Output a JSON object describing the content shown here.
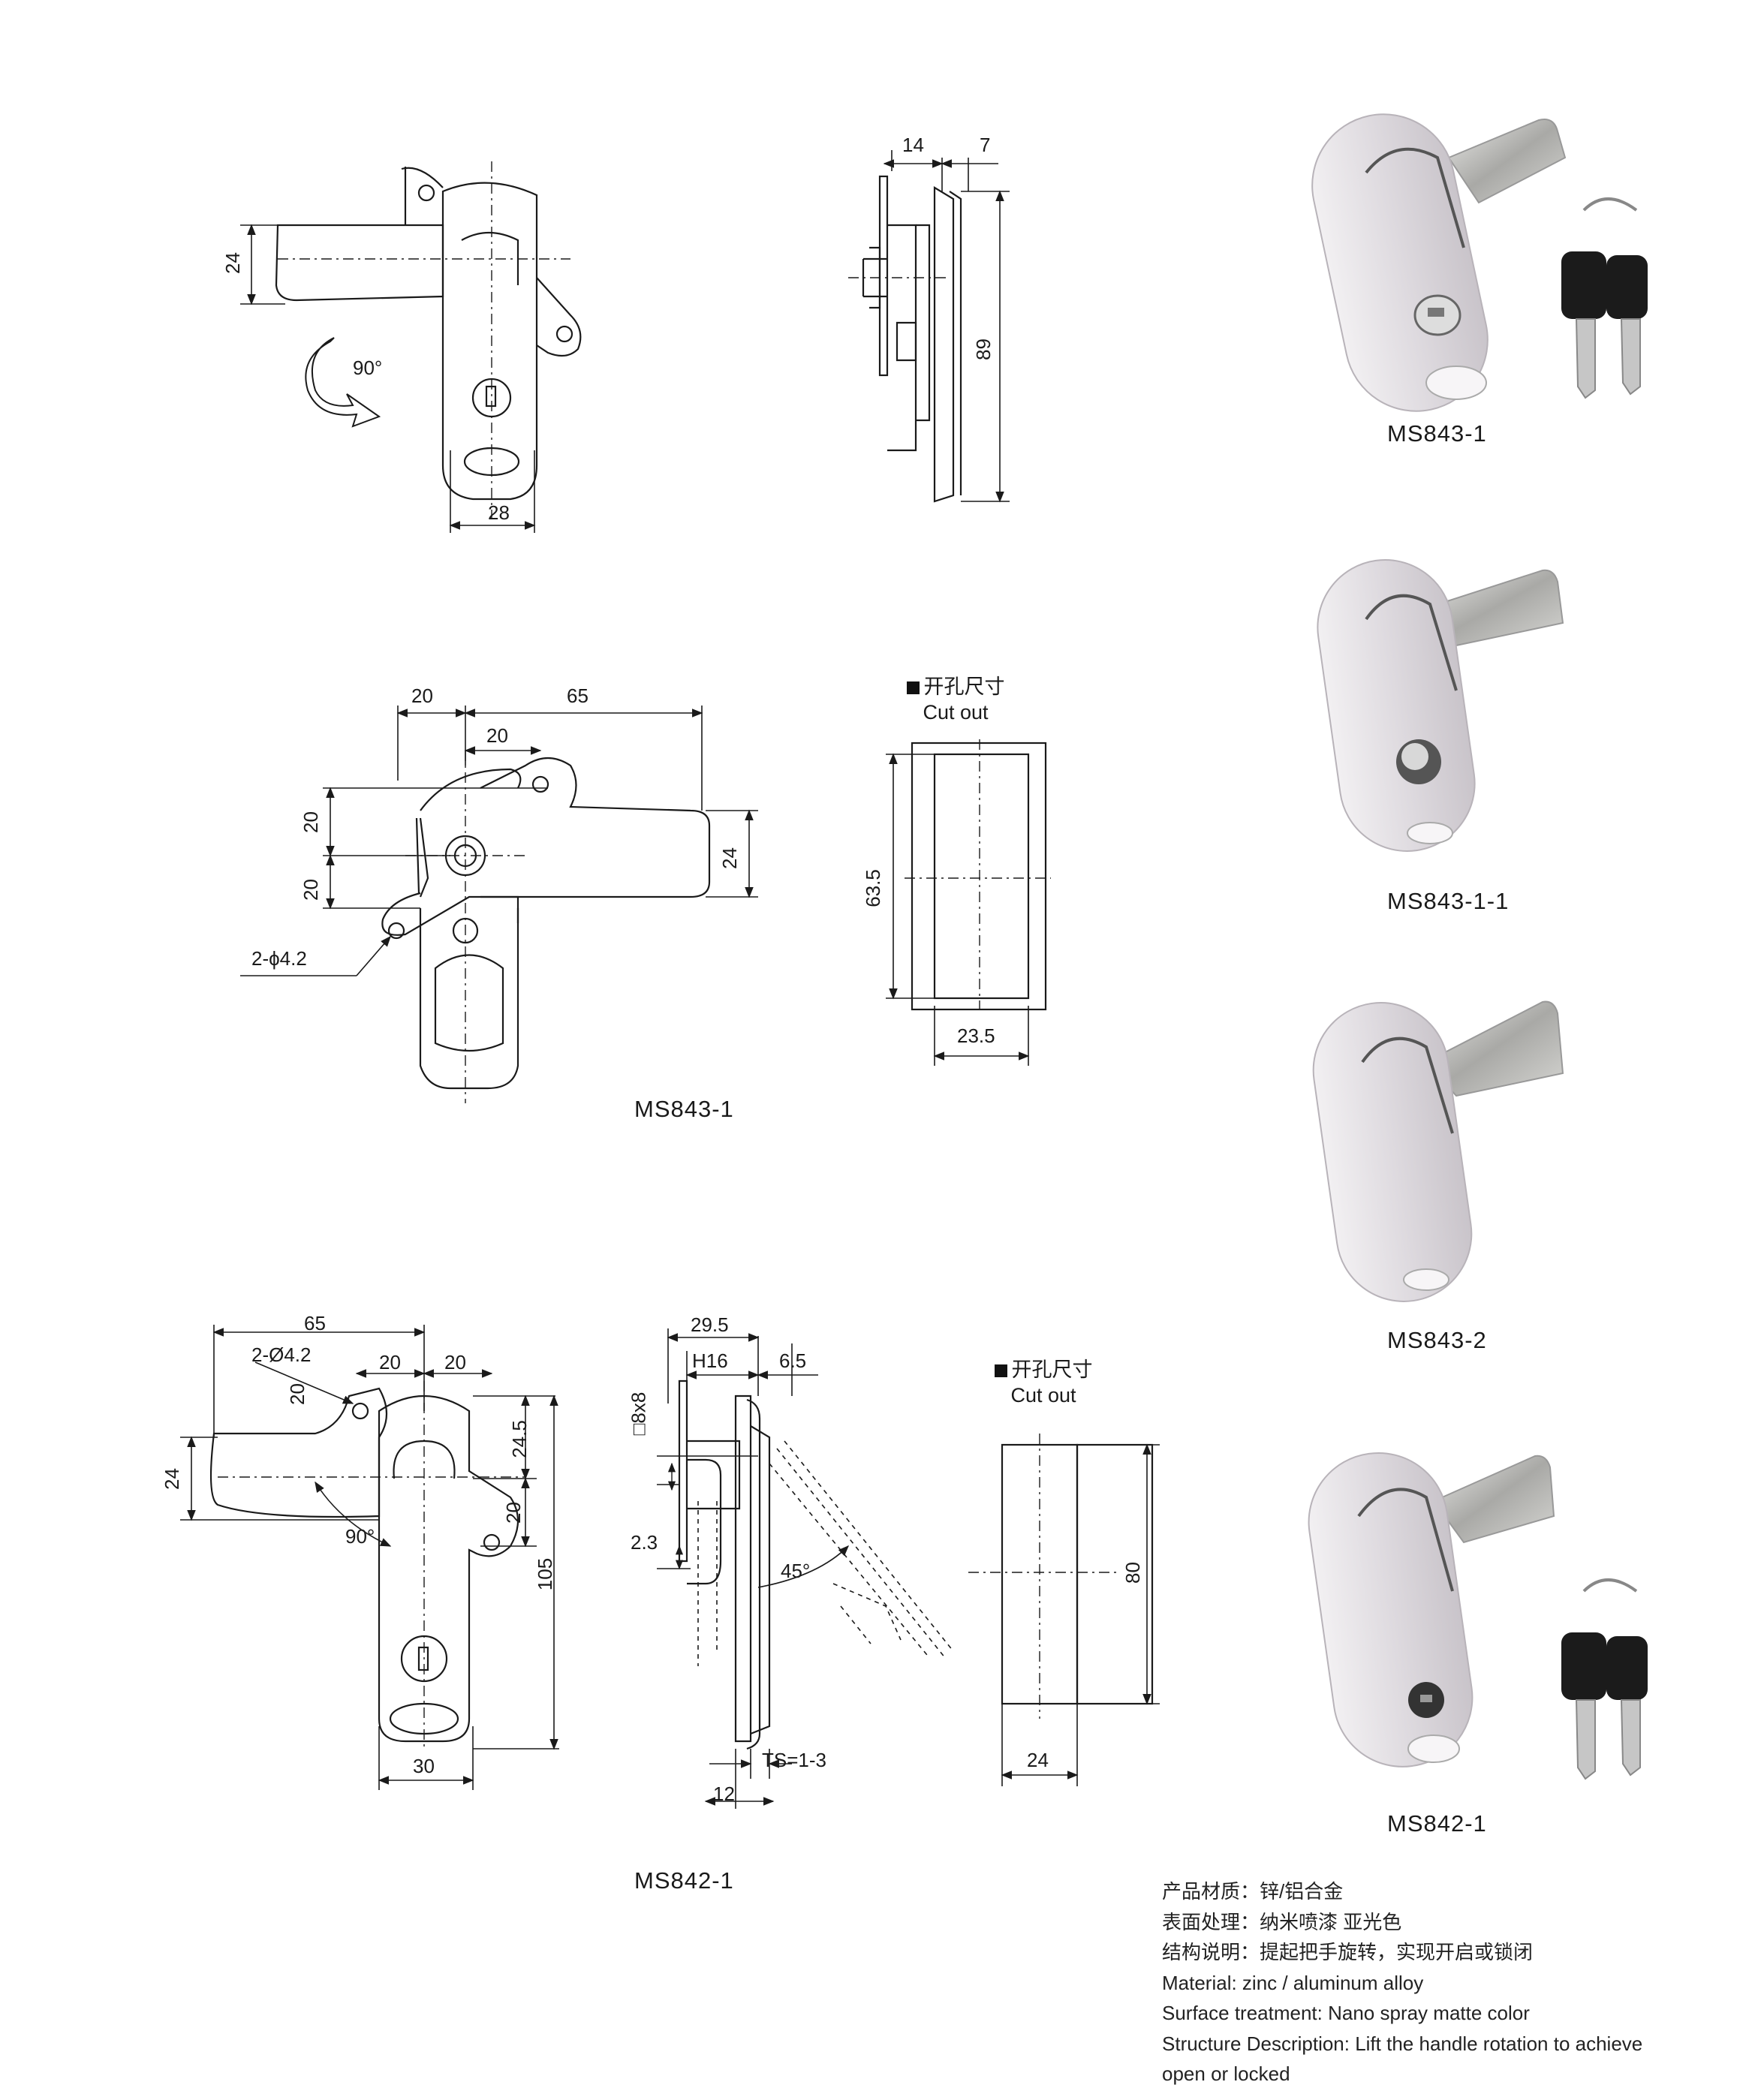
{
  "drawings": {
    "top_front": {
      "dims": [
        "24",
        "90°",
        "28"
      ]
    },
    "top_side": {
      "dims": [
        "14",
        "7",
        "89"
      ]
    },
    "mid_back": {
      "dims": [
        "20",
        "65",
        "20",
        "20",
        "20",
        "24",
        "2-ϕ4.2"
      ],
      "model": "MS843-1"
    },
    "mid_cutout": {
      "title_cn": "开孔尺寸",
      "title_en": "Cut out",
      "dims": [
        "63.5",
        "23.5"
      ]
    },
    "bottom_front": {
      "dims": [
        "65",
        "2-Ø4.2",
        "20",
        "20",
        "20",
        "24",
        "24.5",
        "20",
        "90°",
        "105",
        "30"
      ]
    },
    "bottom_side": {
      "dims": [
        "29.5",
        "H16",
        "6.5",
        "□8x8",
        "2.3",
        "45°",
        "TS=1-3",
        "12"
      ],
      "model": "MS842-1"
    },
    "bottom_cutout": {
      "title_cn": "开孔尺寸",
      "title_en": "Cut out",
      "dims": [
        "80",
        "24"
      ]
    }
  },
  "photos": [
    {
      "model": "MS843-1",
      "has_keys": true,
      "lock": "key"
    },
    {
      "model": "MS843-1-1",
      "has_keys": false,
      "lock": "knob"
    },
    {
      "model": "MS843-2",
      "has_keys": false,
      "lock": "none"
    },
    {
      "model": "MS842-1",
      "has_keys": true,
      "lock": "key-black"
    }
  ],
  "specs": [
    "产品材质：锌/铝合金",
    "表面处理：纳米喷漆 亚光色",
    "结构说明：提起把手旋转，实现开启或锁闭",
    "Material: zinc / aluminum alloy",
    "Surface treatment: Nano spray matte color",
    "Structure Description: Lift the handle rotation to achieve",
    "open or locked"
  ],
  "colors": {
    "line": "#1a1a1a",
    "body": "#e4e1e4",
    "metal": "#c9c9c7",
    "key": "#1b1b1b"
  }
}
